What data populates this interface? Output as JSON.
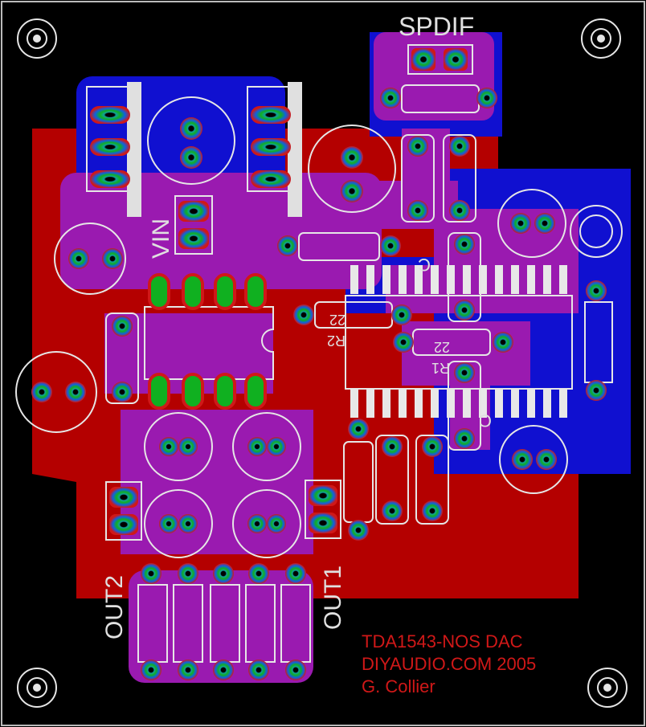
{
  "labels": {
    "spdif": "SPDIF",
    "vin": "VIN",
    "out1": "OUT1",
    "out2": "OUT2",
    "c_top": "C",
    "c_bottom": "C",
    "r1_value": "22",
    "r1_name": "R1",
    "r2_value": "22",
    "r2_name": "R2"
  },
  "credits": {
    "line1": "TDA1543-NOS DAC",
    "line2": "DIYAUDIO.COM 2005",
    "line3": "G. Collier"
  },
  "colors": {
    "background": "#000000",
    "top_copper": "#1010d0",
    "bottom_copper": "#b40000",
    "overlap": "#9a1ab0",
    "pad_red": "#e01a1a",
    "pad_green": "#10b020",
    "pad_blue": "#1080e0",
    "silkscreen": "#e6e6e6",
    "credit_text": "#d01818"
  }
}
